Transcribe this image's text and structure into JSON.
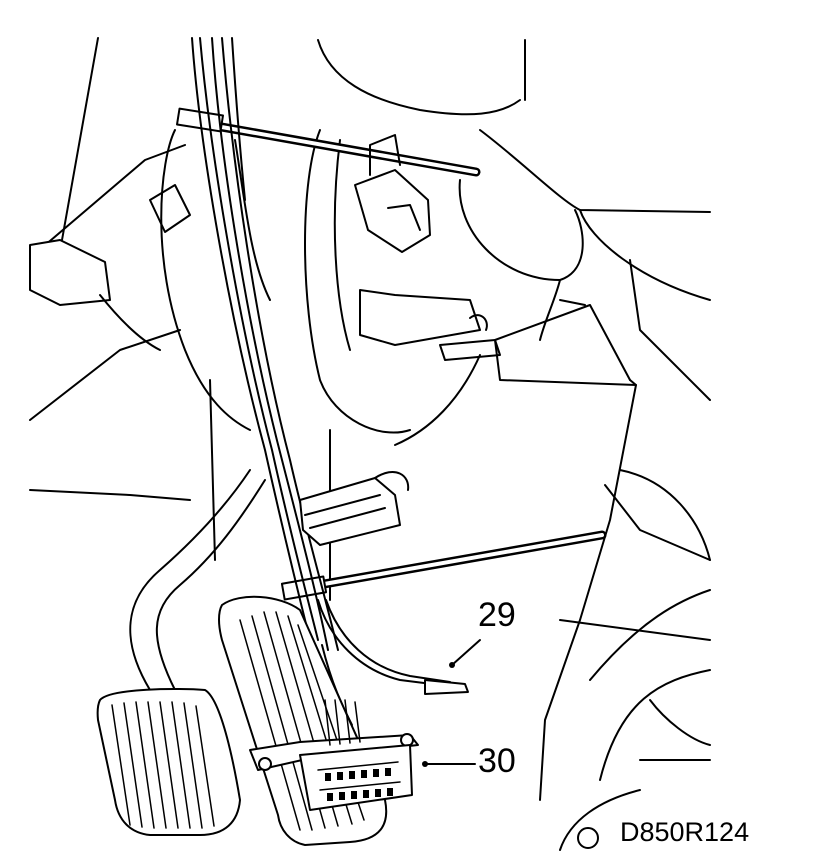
{
  "callouts": {
    "item_29": "29",
    "item_30": "30"
  },
  "figure_reference": "D850R124",
  "colors": {
    "line": "#000000",
    "background": "#ffffff"
  }
}
